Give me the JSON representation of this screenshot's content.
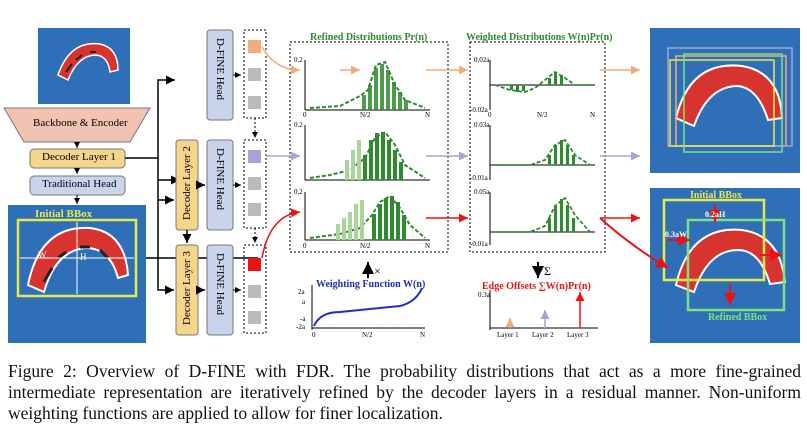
{
  "colors": {
    "scene_blue": "#2f6fb8",
    "kite_red": "#d8342f",
    "yellow_box": "#e8e84a",
    "green_dist": "#2e8b2e",
    "light_green": "#a8d59a",
    "decoder_fill": "#f5d58c",
    "head_fill": "#c9d3ec",
    "backbone_fill": "#f2c3b3",
    "orange_arrow": "#f2ab7c",
    "purple_arrow": "#a7a3d6",
    "red_arrow": "#ee1111",
    "weight_blue": "#1a2ecc",
    "refined_green": "#7fe07f"
  },
  "encoder": {
    "backbone_label": "Backbone & Encoder",
    "decoder1_label": "Decoder Layer 1",
    "traditional_head_label": "Traditional Head",
    "decoder2_label": "Decoder Layer 2",
    "decoder3_label": "Decoder Layer 3"
  },
  "heads": [
    "D-FINE Head",
    "D-FINE Head",
    "D-FINE Head"
  ],
  "input_bbox": {
    "title": "Initial BBox",
    "w_label": "W",
    "h_label": "H"
  },
  "refined_panel": {
    "title": "Refined Distributions Pr(n)",
    "y_labels": [
      "0.2",
      "0.2",
      "0.2"
    ],
    "x_ticks": [
      "0",
      "N/2",
      "N"
    ]
  },
  "weighted_panel": {
    "title": "Weighted Distributions W(n)Pr(n)",
    "y_top": [
      "0.02a",
      "0.03a",
      "0.05a"
    ],
    "y_bottom": [
      "-0.02a",
      "-0.01a",
      "-0.01a"
    ],
    "x_ticks": [
      "0",
      "N/2",
      "N"
    ]
  },
  "weighting_function": {
    "title": "Weighting Function W(n)",
    "op_symbol": "×",
    "y_ticks": [
      "2a",
      "a",
      "-a",
      "-2a"
    ],
    "x_ticks": [
      "0",
      "N/2",
      "N"
    ]
  },
  "edge_offsets": {
    "title_prefix": "Edge Offsets ",
    "title_formula": "∑W(n)Pr(n)",
    "op_symbol": "Σ",
    "y_tick": "0.3a",
    "layers": [
      "Layer 1",
      "Layer 2",
      "Layer 3"
    ]
  },
  "output_bbox": {
    "initial_label": "Initial BBox",
    "refined_label": "Refined BBox",
    "h_offset": "0.2aH",
    "w_offset": "0.3aW"
  },
  "caption": "Figure 2: Overview of D-FINE with FDR. The probability distributions that act as a more fine-grained intermediate representation are iteratively refined by the decoder layers in a residual manner. Non-uniform weighting functions are applied to allow for finer localization."
}
